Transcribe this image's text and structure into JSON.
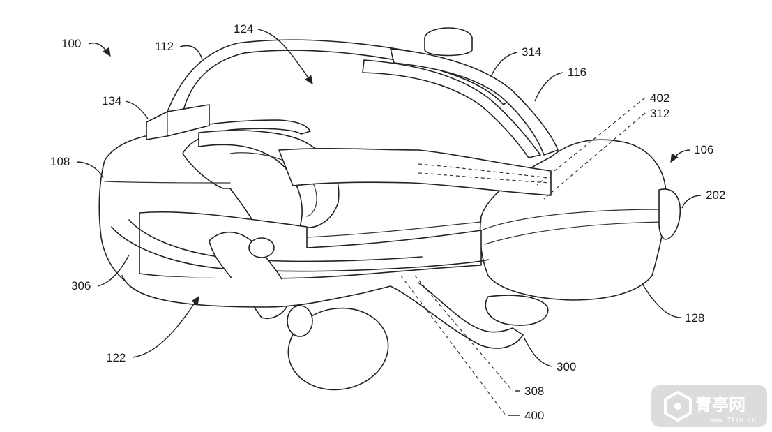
{
  "figure": {
    "reference_numerals": [
      {
        "id": "100",
        "text": "100"
      },
      {
        "id": "112",
        "text": "112"
      },
      {
        "id": "124",
        "text": "124"
      },
      {
        "id": "314",
        "text": "314"
      },
      {
        "id": "116",
        "text": "116"
      },
      {
        "id": "402",
        "text": "402"
      },
      {
        "id": "312",
        "text": "312"
      },
      {
        "id": "134",
        "text": "134"
      },
      {
        "id": "106",
        "text": "106"
      },
      {
        "id": "108",
        "text": "108"
      },
      {
        "id": "202",
        "text": "202"
      },
      {
        "id": "306",
        "text": "306"
      },
      {
        "id": "128",
        "text": "128"
      },
      {
        "id": "122",
        "text": "122"
      },
      {
        "id": "300",
        "text": "300"
      },
      {
        "id": "308",
        "text": "308"
      },
      {
        "id": "400",
        "text": "400"
      }
    ]
  },
  "watermark": {
    "name": "青亭网",
    "url": "www.7tin.cn",
    "icon": "hexagon-logo-icon",
    "color": "#d9d9d9"
  }
}
